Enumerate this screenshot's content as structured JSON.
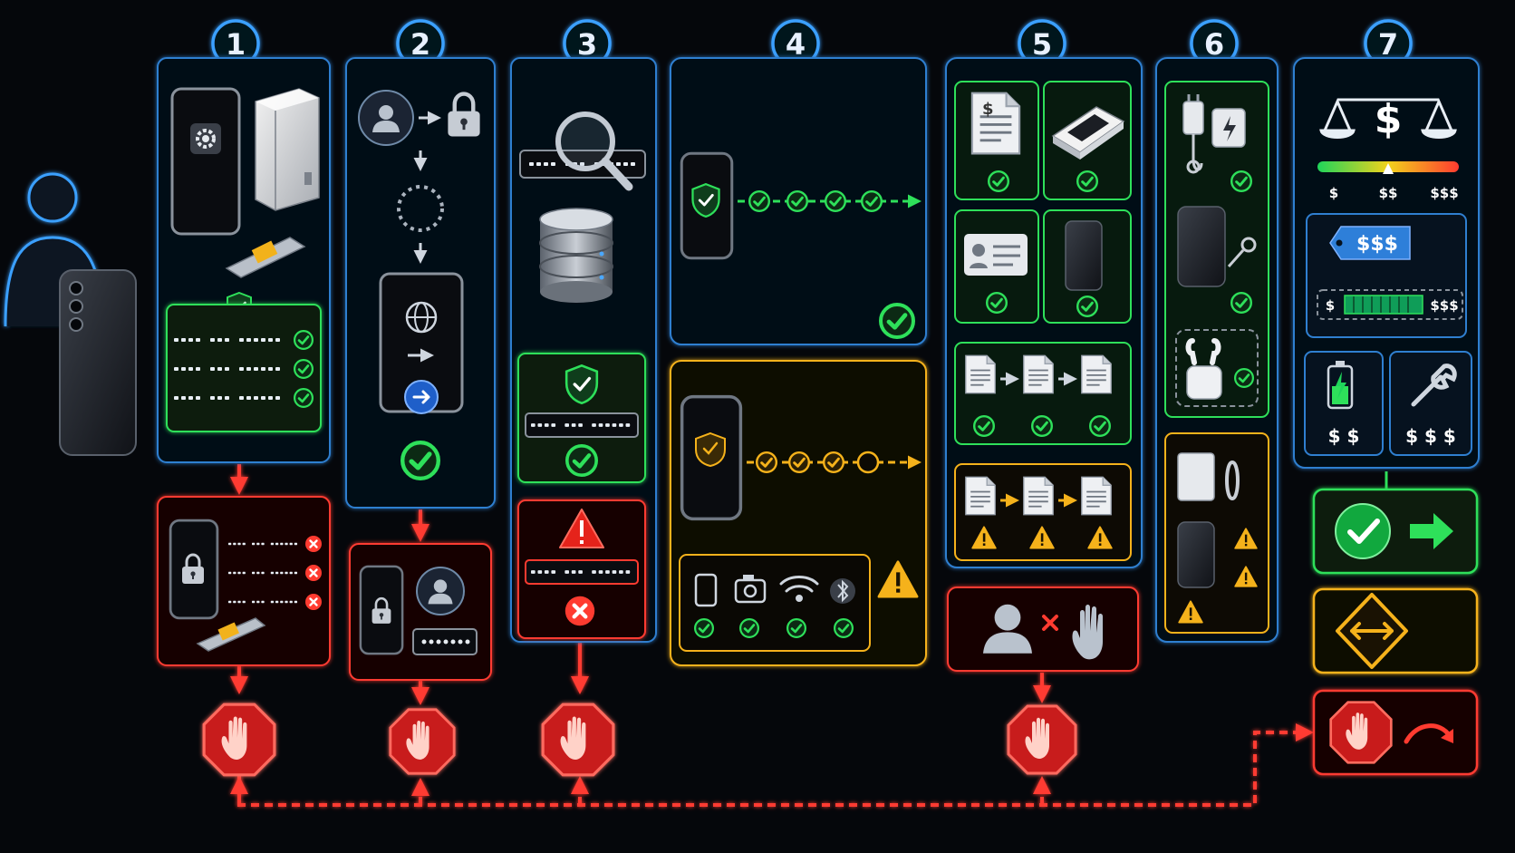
{
  "steps": [
    {
      "number": "1"
    },
    {
      "number": "2"
    },
    {
      "number": "3"
    },
    {
      "number": "4"
    },
    {
      "number": "5"
    },
    {
      "number": "6"
    },
    {
      "number": "7"
    }
  ],
  "pricing": {
    "scale_low": "$",
    "scale_mid": "$$",
    "scale_high": "$$$",
    "tag_price": "$$$",
    "bar_low": "$",
    "bar_high": "$$$",
    "battery_cost": "$ $",
    "repair_cost": "$ $ $"
  },
  "colors": {
    "step_blue": "#3aa0ff",
    "pass_green": "#2ee05a",
    "warn_amber": "#f5b21b",
    "fail_red": "#ff3b30",
    "background": "#05070b"
  }
}
